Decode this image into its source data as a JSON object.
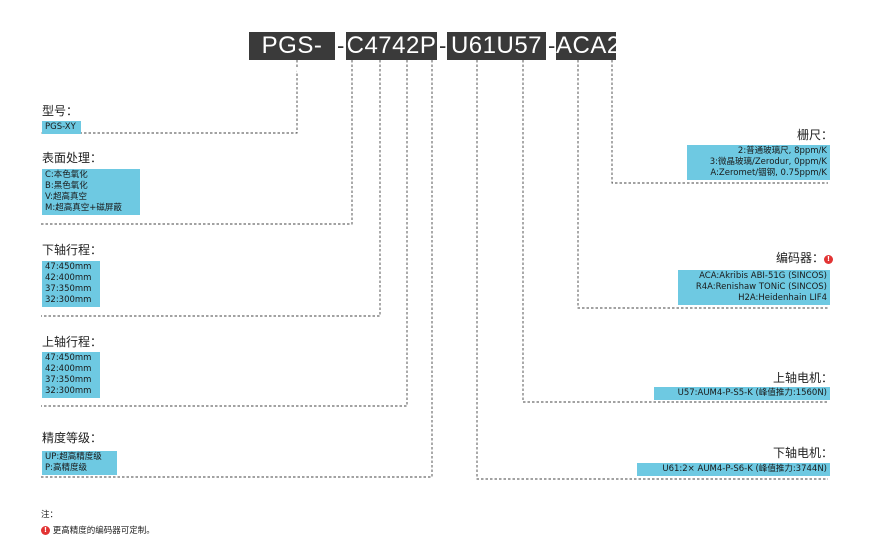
{
  "code": {
    "segments": [
      "PGS-XY",
      "C4742P",
      "U61U57",
      "ACA2"
    ],
    "separator": "-"
  },
  "left": {
    "model": {
      "title": "型号：",
      "items": [
        "PGS-XY"
      ]
    },
    "surface": {
      "title": "表面处理：",
      "items": [
        "C:本色氧化",
        "B:黑色氧化",
        "V:超高真空",
        "M:超高真空+磁屏蔽"
      ]
    },
    "lower_stroke": {
      "title": "下轴行程：",
      "items": [
        "47:450mm",
        "42:400mm",
        "37:350mm",
        "32:300mm"
      ]
    },
    "upper_stroke": {
      "title": "上轴行程：",
      "items": [
        "47:450mm",
        "42:400mm",
        "37:350mm",
        "32:300mm"
      ]
    },
    "accuracy": {
      "title": "精度等级：",
      "items": [
        "UP:超高精度级",
        "P:高精度级"
      ]
    }
  },
  "right": {
    "scale": {
      "title": "栅尺：",
      "items": [
        "2:普通玻璃尺, 8ppm/K",
        "3:微晶玻璃/Zerodur, 0ppm/K",
        "A:Zeromet/铟钢, 0.75ppm/K"
      ]
    },
    "encoder": {
      "title": "编码器：",
      "items": [
        "ACA:Akribis ABI-51G (SINCOS)",
        "R4A:Renishaw TONiC (SINCOS)",
        "H2A:Heidenhain LIF4"
      ]
    },
    "upper_motor": {
      "title": "上轴电机：",
      "items": [
        "U57:AUM4-P-S5-K (峰值推力:1560N)"
      ]
    },
    "lower_motor": {
      "title": "下轴电机：",
      "items": [
        "U61:2× AUM4-P-S6-K (峰值推力:3744N)"
      ]
    }
  },
  "notes": {
    "heading": "注：",
    "items": [
      "更高精度的编码器可定制。"
    ],
    "marker": "!"
  },
  "colors": {
    "code_bg": "#3a3a3a",
    "box_bg": "#6ec9e2",
    "mark": "#e23434"
  }
}
